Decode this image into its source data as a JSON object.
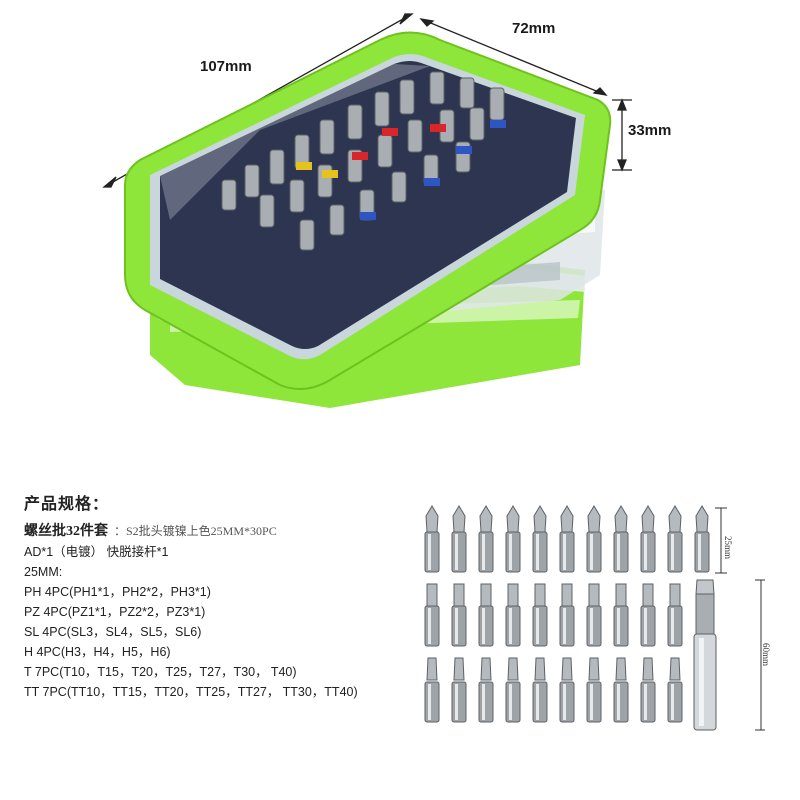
{
  "dimensions": {
    "length": "107mm",
    "width": "72mm",
    "height": "33mm"
  },
  "colors": {
    "case_green": "#8ee63a",
    "case_green_dark": "#6fc21e",
    "bit_steel": "#9ea3a8",
    "bit_steel_dark": "#5d6166"
  },
  "spec": {
    "title": "产品规格：",
    "subtitle_strong": "螺丝批32件套",
    "subtitle_detail": "：S2批头镀镍上色25MM*30PC",
    "lines": [
      "AD*1（电镀）  快脱接杆*1",
      "25MM:",
      "PH  4PC(PH1*1，PH2*2，PH3*1)",
      "PZ  4PC(PZ1*1，PZ2*2，PZ3*1)",
      "SL  4PC(SL3，SL4，SL5，SL6)",
      "H   4PC(H3，H4，H5，H6)",
      "T   7PC(T10，T15，T20，T25，T27，T30， T40)",
      "TT 7PC(TT10，TT15，TT20，TT25，TT27， TT30，TT40)"
    ]
  },
  "bit_dimensions": {
    "short": "25mm",
    "long": "60mm"
  }
}
